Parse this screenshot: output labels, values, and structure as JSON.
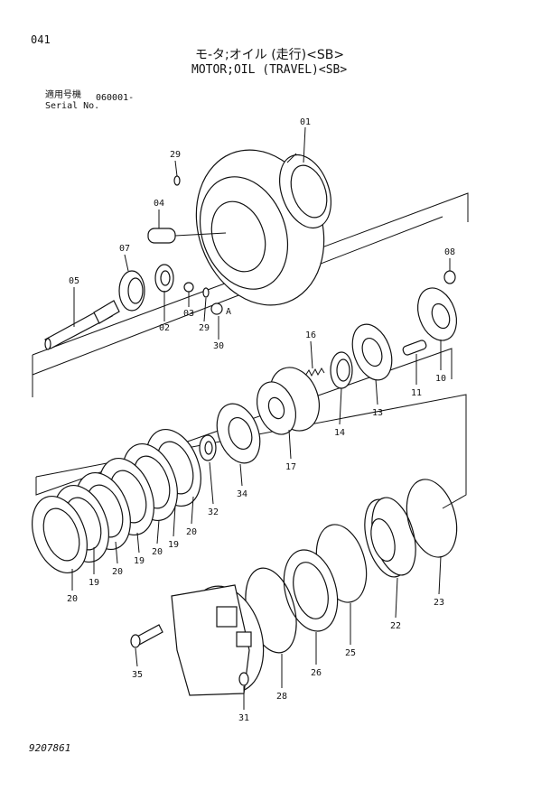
{
  "header": {
    "page_number": "041",
    "title_jp": "モ-タ;オイル (走行)<SB>",
    "title_en": "MOTOR;OIL (TRAVEL)<SB>",
    "serial_label_jp": "適用号機",
    "serial_label_en": "Serial No.",
    "serial_value": "060001-"
  },
  "footer": {
    "doc_code": "9207861"
  },
  "parts": [
    "01",
    "02",
    "03",
    "04",
    "05",
    "07",
    "08",
    "10",
    "11",
    "13",
    "14",
    "16",
    "17",
    "19",
    "20",
    "22",
    "23",
    "25",
    "26",
    "28",
    "29",
    "30",
    "31",
    "32",
    "34",
    "35"
  ],
  "marker": "A"
}
